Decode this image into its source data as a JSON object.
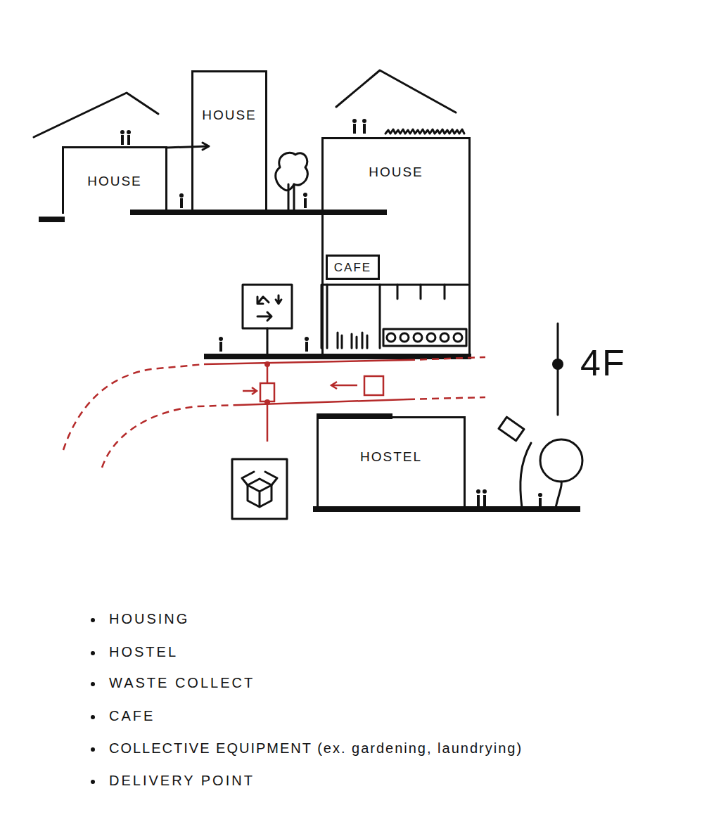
{
  "diagram": {
    "nodes": [
      {
        "text": [
          "HOUSE"
        ]
      },
      {
        "text": [
          "HOUSE"
        ]
      },
      {
        "text": [
          "HOUSE"
        ]
      },
      {
        "text": [
          "CAFE"
        ],
        "in": 2
      },
      {
        "text": [
          "HOSTEL"
        ]
      }
    ],
    "labels": [
      "4F",
      "HOUSING",
      "HOSTEL",
      "WASTE COLLECT",
      "CAFE",
      "COLLECTIVE EQUIPMENT (ex. gardening, laundrying)",
      "DELIVERY POINT"
    ]
  }
}
